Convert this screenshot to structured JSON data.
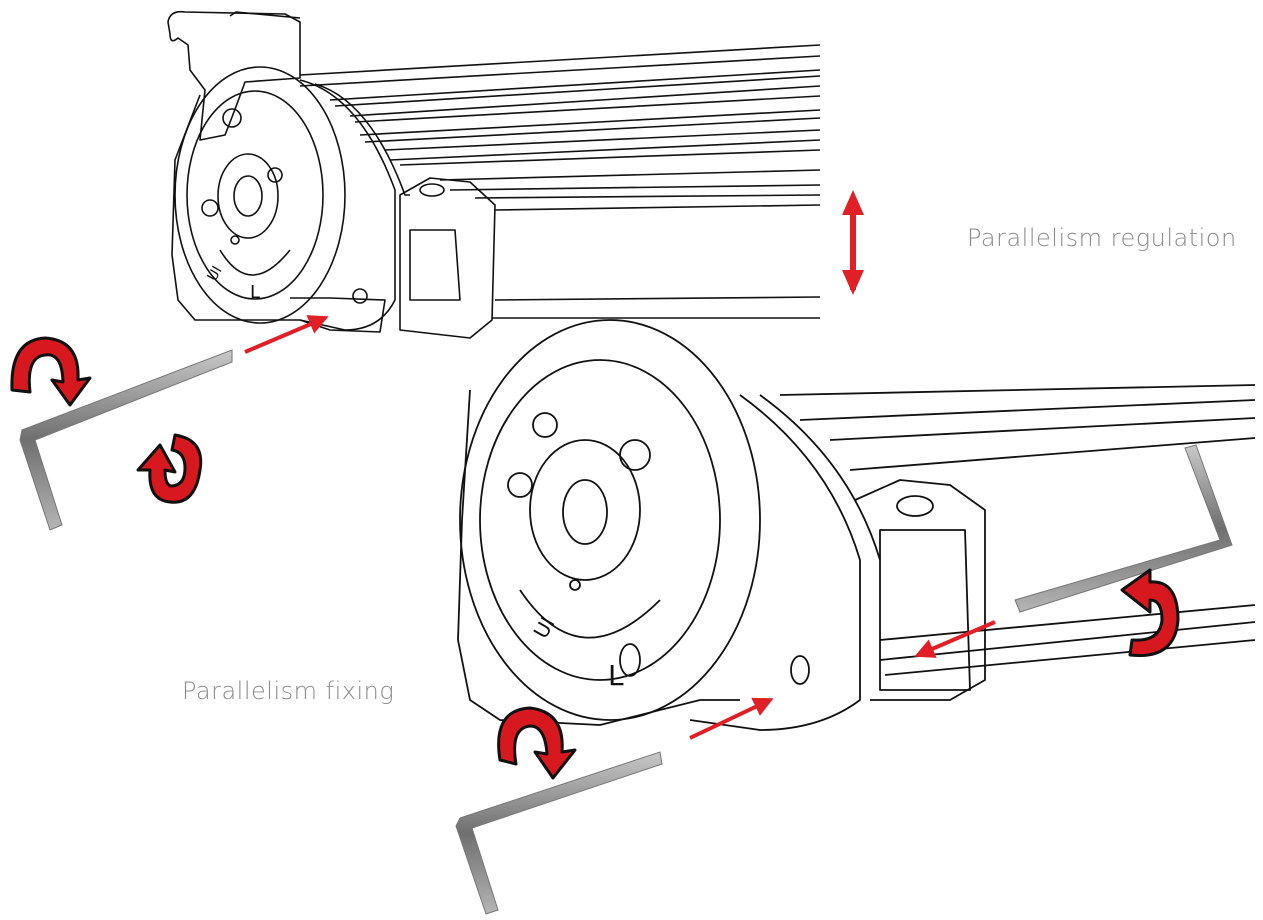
{
  "captions": {
    "regulation": "Parallelism regulation",
    "fixing": "Parallelism fixing"
  },
  "colors": {
    "arrow": "#e01f26",
    "rotation_fill": "#d8181f",
    "rotation_outline": "#111111",
    "line": "#111111",
    "key": "#8f8f8f",
    "caption": "#8a8a8a"
  },
  "icons": {
    "height_adjust": "double-headed-vertical-arrow",
    "rotation": "curved-rotation-arrow",
    "tool": "hex-allen-key"
  }
}
